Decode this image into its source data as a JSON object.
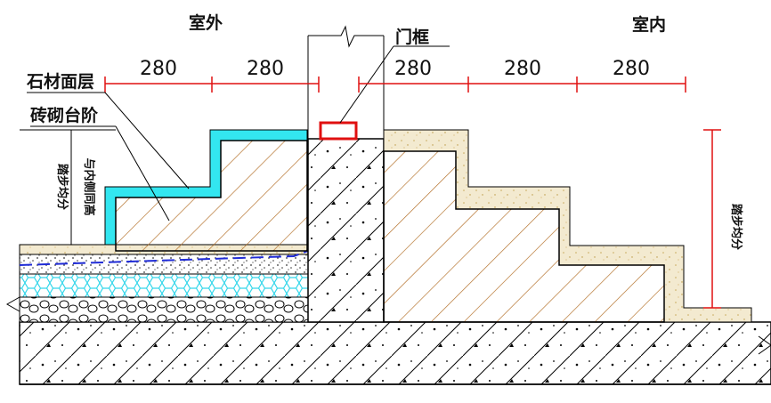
{
  "labels": {
    "outdoor": "室外",
    "indoor": "室内",
    "door_frame": "门框",
    "stone_finish": "石材面层",
    "brick_step": "砖砌台阶",
    "left_vertical_a": "踏步均分",
    "left_vertical_b": "与内侧同高",
    "right_vertical": "踏步均分"
  },
  "dimensions": {
    "outdoor": [
      "280",
      "280"
    ],
    "indoor": [
      "280",
      "280",
      "280"
    ]
  },
  "colors": {
    "dimension_line": "#e01010",
    "stone_layer": "#33e6f0",
    "sand_layer": "#f3ead0",
    "door_frame": "#e01010",
    "waterproof_line": "#1f2bd6",
    "line": "#000000"
  }
}
